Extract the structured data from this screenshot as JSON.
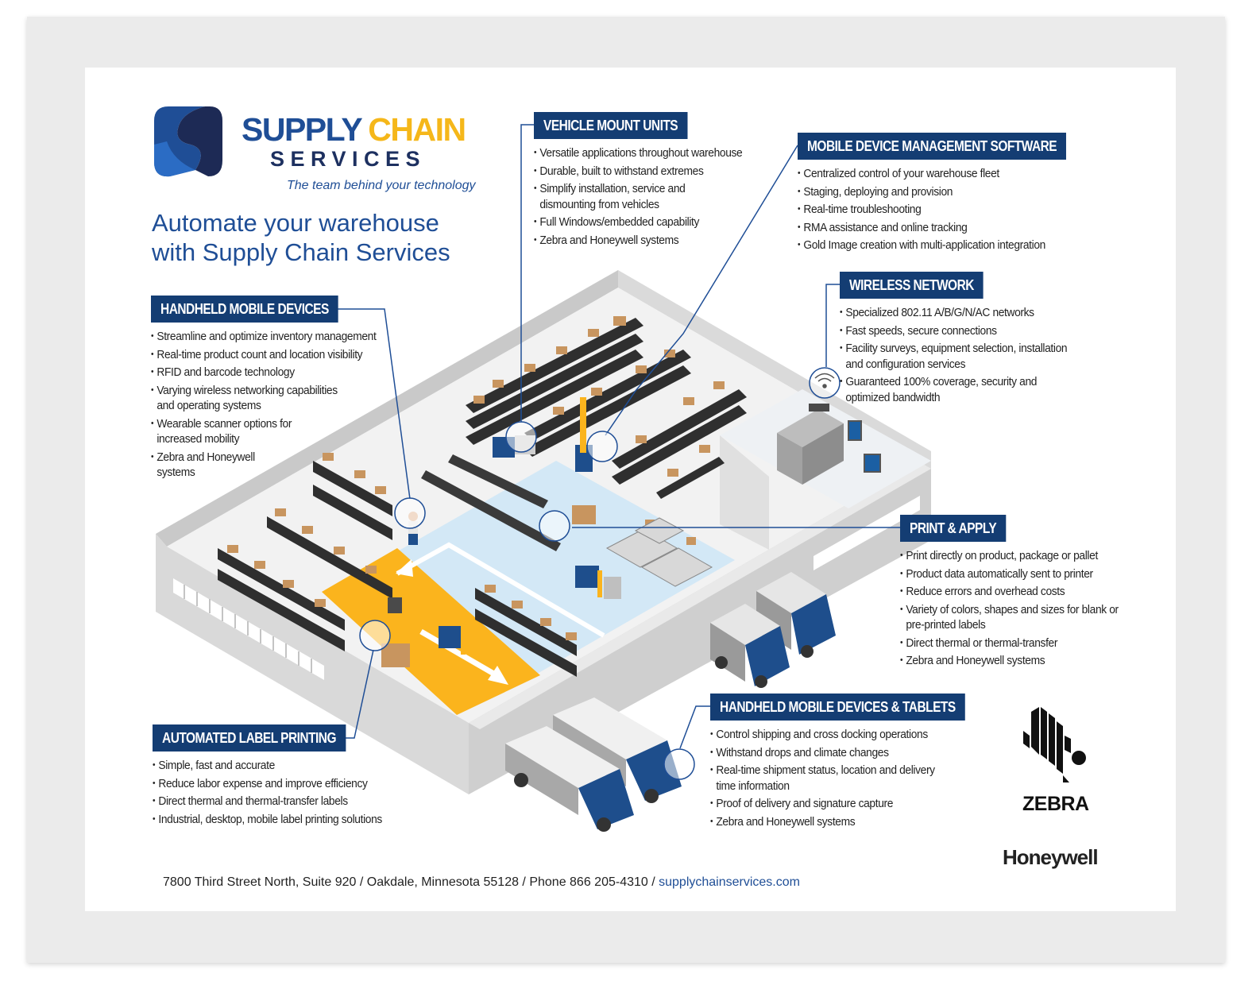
{
  "brand": {
    "name_part1": "SUPPLY",
    "name_part2": "CHAIN",
    "name_part3": "SERVICES",
    "tagline": "The team behind your technology"
  },
  "headline": {
    "line1": "Automate your warehouse",
    "line2": "with Supply Chain Services"
  },
  "sections": {
    "handheld": {
      "title": "HANDHELD MOBILE DEVICES",
      "items": [
        "Streamline and optimize inventory management",
        "Real-time product count and location visibility",
        "RFID and barcode technology",
        "Varying wireless networking capabilities\nand operating systems",
        "Wearable scanner options for\nincreased mobility",
        "Zebra and Honeywell\nsystems"
      ]
    },
    "vmu": {
      "title": "VEHICLE MOUNT UNITS",
      "items": [
        "Versatile applications throughout warehouse",
        "Durable, built to withstand extremes",
        "Simplify installation, service and\ndismounting from vehicles",
        "Full Windows/embedded capability",
        "Zebra and Honeywell systems"
      ]
    },
    "mdm": {
      "title": "MOBILE DEVICE MANAGEMENT SOFTWARE",
      "items": [
        "Centralized control of your warehouse fleet",
        "Staging, deploying and provision",
        "Real-time troubleshooting",
        "RMA assistance and online tracking",
        "Gold Image creation with multi-application integration"
      ]
    },
    "wifi": {
      "title": "WIRELESS NETWORK",
      "items": [
        "Specialized 802.11 A/B/G/N/AC networks",
        "Fast speeds, secure connections",
        "Facility surveys, equipment selection, installation\nand configuration services",
        "Guaranteed 100% coverage, security and\noptimized bandwidth"
      ]
    },
    "print": {
      "title": "PRINT & APPLY",
      "items": [
        "Print directly on product, package or pallet",
        "Product data automatically sent to printer",
        "Reduce errors and overhead costs",
        "Variety of colors, shapes and sizes for blank or\npre-printed labels",
        "Direct thermal or thermal-transfer",
        "Zebra and Honeywell systems"
      ]
    },
    "tablets": {
      "title": "HANDHELD MOBILE DEVICES & TABLETS",
      "items": [
        "Control shipping and cross docking operations",
        "Withstand drops and climate changes",
        "Real-time shipment status, location and delivery\ntime information",
        "Proof of delivery and signature capture",
        "Zebra and Honeywell systems"
      ]
    },
    "label": {
      "title": "AUTOMATED LABEL PRINTING",
      "items": [
        "Simple, fast and accurate",
        "Reduce labor expense and improve efficiency",
        "Direct thermal and thermal-transfer labels",
        "Industrial, desktop, mobile label printing solutions"
      ]
    }
  },
  "footer": {
    "address": "7800 Third Street North, Suite 920 / Oakdale, Minnesota 55128 / Phone 866 205-4310 / ",
    "website": "supplychainservices.com"
  },
  "partners": {
    "zebra": "ZEBRA",
    "honeywell": "Honeywell"
  },
  "colors": {
    "brand_blue": "#1f4e96",
    "brand_gold": "#f5b71a",
    "header_navy": "#143d73",
    "floor_blue": "#d3e8f6",
    "floor_yellow": "#fbb41d"
  },
  "icons": [
    "logo-mark",
    "zebra-logo",
    "wifi-icon",
    "forklift-icon",
    "truck-icon",
    "callout-circle-icon"
  ]
}
